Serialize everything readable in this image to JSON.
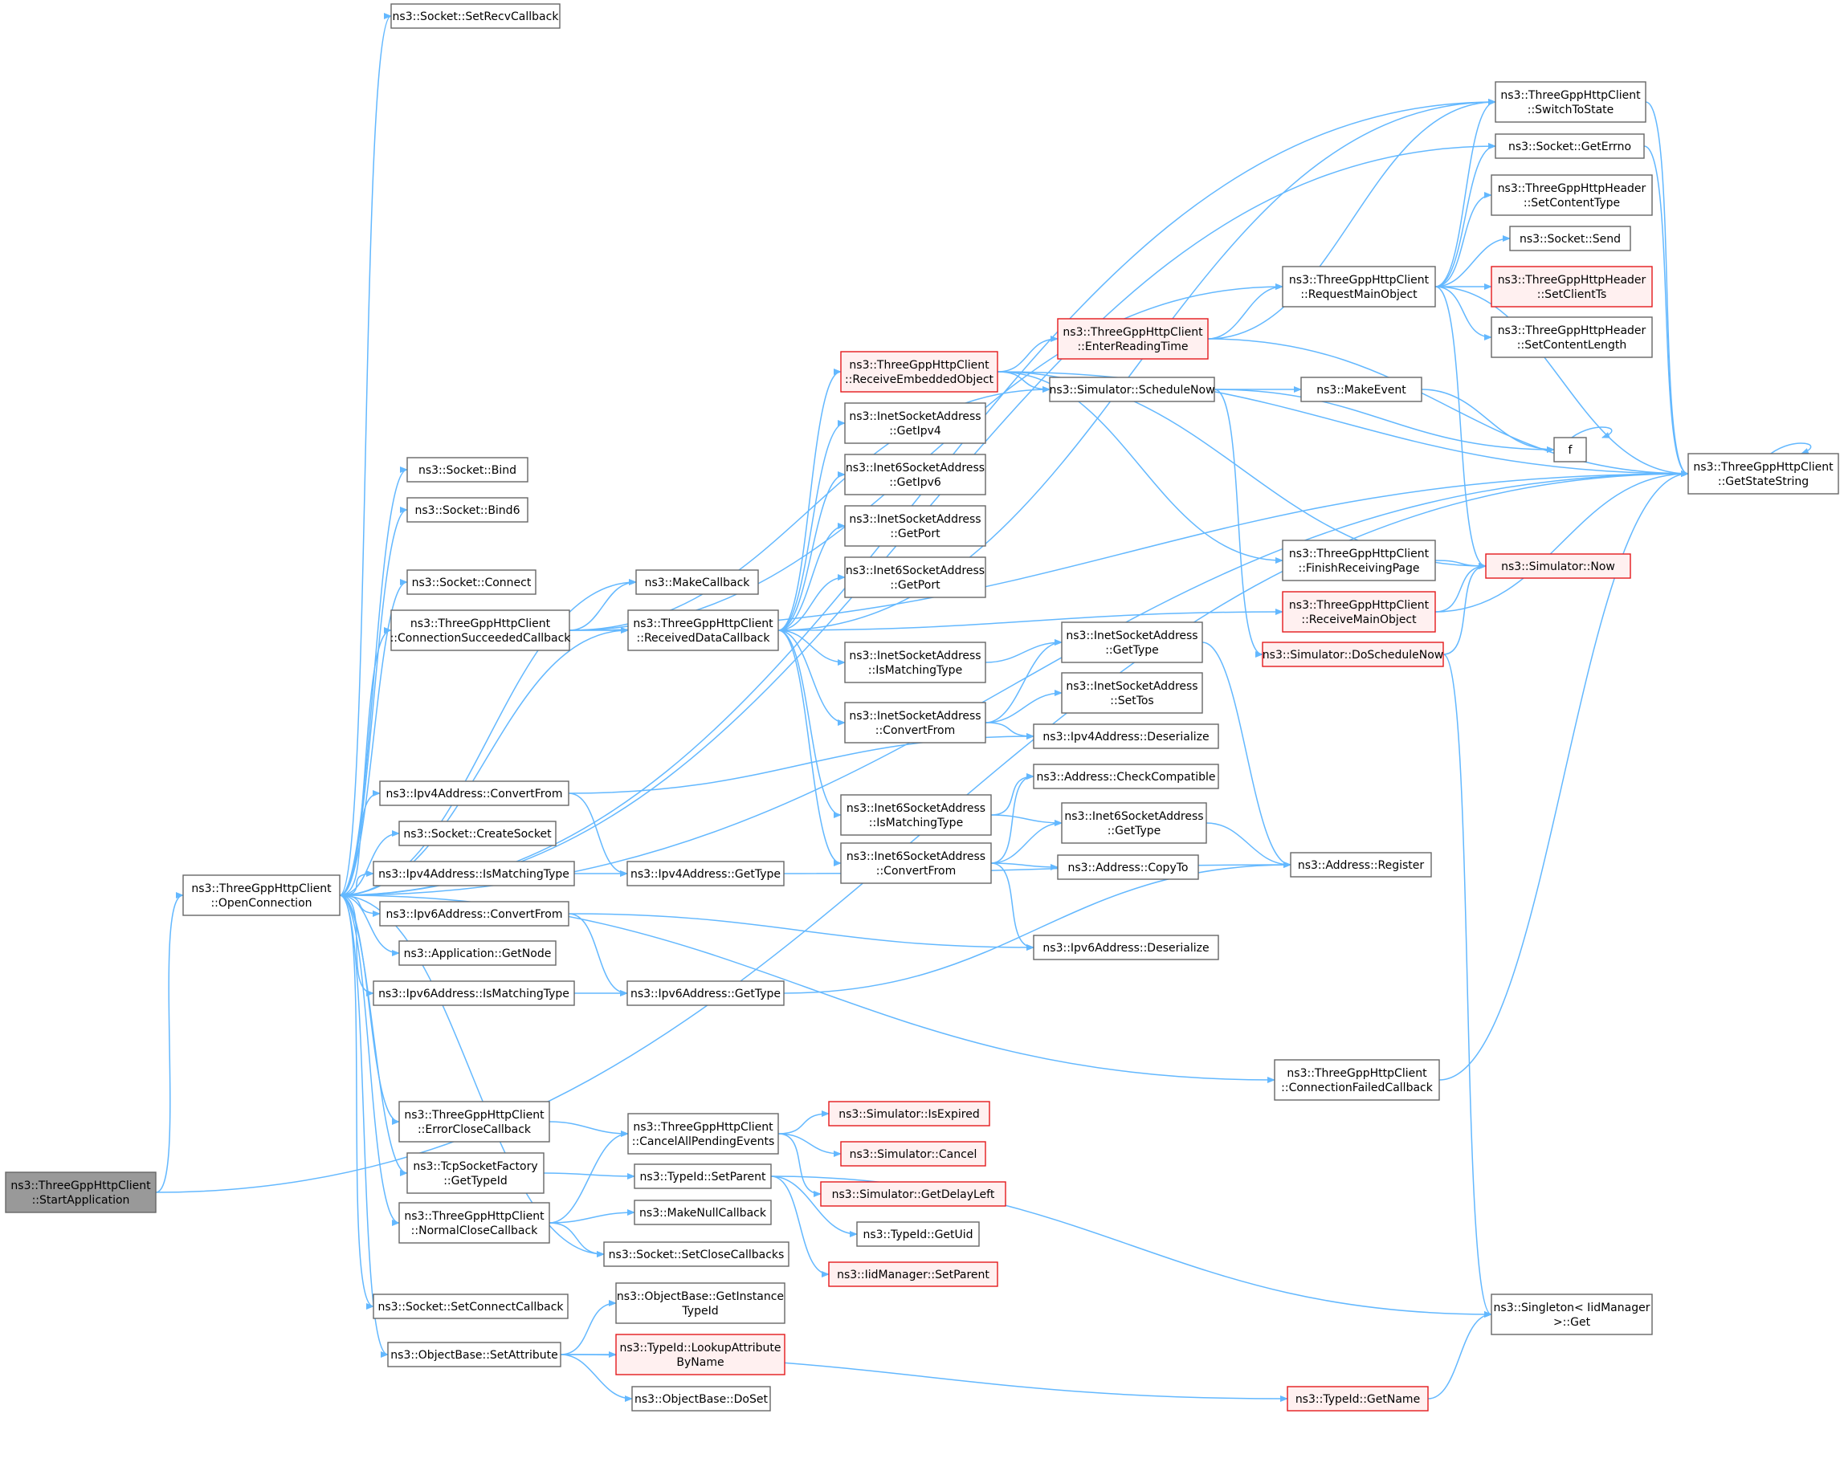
{
  "nodes": [
    {
      "id": "root",
      "lines": [
        "ns3::ThreeGppHttpClient",
        "::StartApplication"
      ],
      "style": "root"
    },
    {
      "id": "open",
      "lines": [
        "ns3::ThreeGppHttpClient",
        "::OpenConnection"
      ]
    },
    {
      "id": "setRecvCb",
      "lines": [
        "ns3::Socket::SetRecvCallback"
      ]
    },
    {
      "id": "bind",
      "lines": [
        "ns3::Socket::Bind"
      ]
    },
    {
      "id": "bind6",
      "lines": [
        "ns3::Socket::Bind6"
      ]
    },
    {
      "id": "connect",
      "lines": [
        "ns3::Socket::Connect"
      ]
    },
    {
      "id": "connSucc",
      "lines": [
        "ns3::ThreeGppHttpClient",
        "::ConnectionSucceededCallback"
      ]
    },
    {
      "id": "makeCb",
      "lines": [
        "ns3::MakeCallback"
      ]
    },
    {
      "id": "recvData",
      "lines": [
        "ns3::ThreeGppHttpClient",
        "::ReceivedDataCallback"
      ]
    },
    {
      "id": "ipv4Conv",
      "lines": [
        "ns3::Ipv4Address::ConvertFrom"
      ]
    },
    {
      "id": "createSock",
      "lines": [
        "ns3::Socket::CreateSocket"
      ]
    },
    {
      "id": "ipv4Match",
      "lines": [
        "ns3::Ipv4Address::IsMatchingType"
      ]
    },
    {
      "id": "ipv6Conv",
      "lines": [
        "ns3::Ipv6Address::ConvertFrom"
      ]
    },
    {
      "id": "getNode",
      "lines": [
        "ns3::Application::GetNode"
      ]
    },
    {
      "id": "ipv6Match",
      "lines": [
        "ns3::Ipv6Address::IsMatchingType"
      ]
    },
    {
      "id": "errClose",
      "lines": [
        "ns3::ThreeGppHttpClient",
        "::ErrorCloseCallback"
      ]
    },
    {
      "id": "tcpGetType",
      "lines": [
        "ns3::TcpSocketFactory",
        "::GetTypeId"
      ]
    },
    {
      "id": "normClose",
      "lines": [
        "ns3::ThreeGppHttpClient",
        "::NormalCloseCallback"
      ]
    },
    {
      "id": "setConnCb",
      "lines": [
        "ns3::Socket::SetConnectCallback"
      ]
    },
    {
      "id": "setAttr",
      "lines": [
        "ns3::ObjectBase::SetAttribute"
      ]
    },
    {
      "id": "ipv4GetType",
      "lines": [
        "ns3::Ipv4Address::GetType"
      ]
    },
    {
      "id": "ipv6GetType",
      "lines": [
        "ns3::Ipv6Address::GetType"
      ]
    },
    {
      "id": "cancelAll",
      "lines": [
        "ns3::ThreeGppHttpClient",
        "::CancelAllPendingEvents"
      ]
    },
    {
      "id": "setParent",
      "lines": [
        "ns3::TypeId::SetParent"
      ]
    },
    {
      "id": "makeNullCb",
      "lines": [
        "ns3::MakeNullCallback"
      ]
    },
    {
      "id": "setCloseCb",
      "lines": [
        "ns3::Socket::SetCloseCallbacks"
      ]
    },
    {
      "id": "getInstTid",
      "lines": [
        "ns3::ObjectBase::GetInstance",
        "TypeId"
      ]
    },
    {
      "id": "lookupAttr",
      "lines": [
        "ns3::TypeId::LookupAttribute",
        "ByName"
      ],
      "style": "red"
    },
    {
      "id": "doSet",
      "lines": [
        "ns3::ObjectBase::DoSet"
      ]
    },
    {
      "id": "recvEmb",
      "lines": [
        "ns3::ThreeGppHttpClient",
        "::ReceiveEmbeddedObject"
      ],
      "style": "red"
    },
    {
      "id": "inetGetIpv4",
      "lines": [
        "ns3::InetSocketAddress",
        "::GetIpv4"
      ]
    },
    {
      "id": "inet6GetIpv6",
      "lines": [
        "ns3::Inet6SocketAddress",
        "::GetIpv6"
      ]
    },
    {
      "id": "inetGetPort",
      "lines": [
        "ns3::InetSocketAddress",
        "::GetPort"
      ]
    },
    {
      "id": "inet6GetPort",
      "lines": [
        "ns3::Inet6SocketAddress",
        "::GetPort"
      ]
    },
    {
      "id": "inetMatch",
      "lines": [
        "ns3::InetSocketAddress",
        "::IsMatchingType"
      ]
    },
    {
      "id": "inetConv",
      "lines": [
        "ns3::InetSocketAddress",
        "::ConvertFrom"
      ]
    },
    {
      "id": "inet6Match",
      "lines": [
        "ns3::Inet6SocketAddress",
        "::IsMatchingType"
      ]
    },
    {
      "id": "inet6Conv",
      "lines": [
        "ns3::Inet6SocketAddress",
        "::ConvertFrom"
      ]
    },
    {
      "id": "enterRead",
      "lines": [
        "ns3::ThreeGppHttpClient",
        "::EnterReadingTime"
      ],
      "style": "red"
    },
    {
      "id": "schedNow",
      "lines": [
        "ns3::Simulator::ScheduleNow"
      ]
    },
    {
      "id": "finishRecv",
      "lines": [
        "ns3::ThreeGppHttpClient",
        "::FinishReceivingPage"
      ]
    },
    {
      "id": "recvMain",
      "lines": [
        "ns3::ThreeGppHttpClient",
        "::ReceiveMainObject"
      ],
      "style": "red"
    },
    {
      "id": "doSched",
      "lines": [
        "ns3::Simulator::DoScheduleNow"
      ],
      "style": "red"
    },
    {
      "id": "inetGetType",
      "lines": [
        "ns3::InetSocketAddress",
        "::GetType"
      ]
    },
    {
      "id": "inetSetTos",
      "lines": [
        "ns3::InetSocketAddress",
        "::SetTos"
      ]
    },
    {
      "id": "ipv4Deser",
      "lines": [
        "ns3::Ipv4Address::Deserialize"
      ]
    },
    {
      "id": "addrCheck",
      "lines": [
        "ns3::Address::CheckCompatible"
      ]
    },
    {
      "id": "inet6GetType",
      "lines": [
        "ns3::Inet6SocketAddress",
        "::GetType"
      ]
    },
    {
      "id": "addrCopyTo",
      "lines": [
        "ns3::Address::CopyTo"
      ]
    },
    {
      "id": "ipv6Deser",
      "lines": [
        "ns3::Ipv6Address::Deserialize"
      ]
    },
    {
      "id": "simExpired",
      "lines": [
        "ns3::Simulator::IsExpired"
      ],
      "style": "red"
    },
    {
      "id": "simCancel",
      "lines": [
        "ns3::Simulator::Cancel"
      ],
      "style": "red"
    },
    {
      "id": "simDelay",
      "lines": [
        "ns3::Simulator::GetDelayLeft"
      ],
      "style": "red"
    },
    {
      "id": "getUid",
      "lines": [
        "ns3::TypeId::GetUid"
      ]
    },
    {
      "id": "iidSetParent",
      "lines": [
        "ns3::IidManager::SetParent"
      ],
      "style": "red"
    },
    {
      "id": "connFailed",
      "lines": [
        "ns3::ThreeGppHttpClient",
        "::ConnectionFailedCallback"
      ]
    },
    {
      "id": "getName",
      "lines": [
        "ns3::TypeId::GetName"
      ],
      "style": "red"
    },
    {
      "id": "singleton",
      "lines": [
        "ns3::Singleton< IidManager",
        ">::Get"
      ]
    },
    {
      "id": "reqMain",
      "lines": [
        "ns3::ThreeGppHttpClient",
        "::RequestMainObject"
      ]
    },
    {
      "id": "makeEvent",
      "lines": [
        "ns3::MakeEvent"
      ]
    },
    {
      "id": "f",
      "lines": [
        "f"
      ]
    },
    {
      "id": "simNow",
      "lines": [
        "ns3::Simulator::Now"
      ],
      "style": "red"
    },
    {
      "id": "addrRegister",
      "lines": [
        "ns3::Address::Register"
      ]
    },
    {
      "id": "switchState",
      "lines": [
        "ns3::ThreeGppHttpClient",
        "::SwitchToState"
      ]
    },
    {
      "id": "getErrno",
      "lines": [
        "ns3::Socket::GetErrno"
      ]
    },
    {
      "id": "hdrSetCType",
      "lines": [
        "ns3::ThreeGppHttpHeader",
        "::SetContentType"
      ]
    },
    {
      "id": "sockSend",
      "lines": [
        "ns3::Socket::Send"
      ]
    },
    {
      "id": "hdrSetClientTs",
      "lines": [
        "ns3::ThreeGppHttpHeader",
        "::SetClientTs"
      ],
      "style": "red"
    },
    {
      "id": "hdrSetCLen",
      "lines": [
        "ns3::ThreeGppHttpHeader",
        "::SetContentLength"
      ]
    },
    {
      "id": "getStateStr",
      "lines": [
        "ns3::ThreeGppHttpClient",
        "::GetStateString"
      ]
    }
  ],
  "edges": [
    [
      "root",
      "open"
    ],
    [
      "root",
      "getStateStr"
    ],
    [
      "open",
      "setRecvCb"
    ],
    [
      "open",
      "switchState"
    ],
    [
      "open",
      "getErrno"
    ],
    [
      "open",
      "getStateStr"
    ],
    [
      "open",
      "bind"
    ],
    [
      "open",
      "bind6"
    ],
    [
      "open",
      "connect"
    ],
    [
      "open",
      "connSucc"
    ],
    [
      "open",
      "makeCb"
    ],
    [
      "open",
      "recvData"
    ],
    [
      "open",
      "ipv4Conv"
    ],
    [
      "open",
      "createSock"
    ],
    [
      "open",
      "ipv4Match"
    ],
    [
      "open",
      "ipv6Conv"
    ],
    [
      "open",
      "getNode"
    ],
    [
      "open",
      "ipv6Match"
    ],
    [
      "open",
      "connFailed"
    ],
    [
      "open",
      "errClose"
    ],
    [
      "open",
      "tcpGetType"
    ],
    [
      "open",
      "normClose"
    ],
    [
      "open",
      "setCloseCb"
    ],
    [
      "open",
      "setConnCb"
    ],
    [
      "open",
      "setAttr"
    ],
    [
      "connSucc",
      "makeCb"
    ],
    [
      "connSucc",
      "recvData"
    ],
    [
      "connSucc",
      "reqMain"
    ],
    [
      "connSucc",
      "schedNow"
    ],
    [
      "connSucc",
      "getStateStr"
    ],
    [
      "recvData",
      "recvEmb"
    ],
    [
      "recvData",
      "inetGetIpv4"
    ],
    [
      "recvData",
      "inet6GetIpv6"
    ],
    [
      "recvData",
      "inetGetPort"
    ],
    [
      "recvData",
      "inet6GetPort"
    ],
    [
      "recvData",
      "inetMatch"
    ],
    [
      "recvData",
      "inetConv"
    ],
    [
      "recvData",
      "inet6Match"
    ],
    [
      "recvData",
      "inet6Conv"
    ],
    [
      "recvData",
      "recvMain"
    ],
    [
      "recvData",
      "switchState"
    ],
    [
      "ipv4Conv",
      "ipv4Deser"
    ],
    [
      "ipv4Conv",
      "ipv4GetType"
    ],
    [
      "ipv4Match",
      "ipv4GetType"
    ],
    [
      "ipv6Conv",
      "ipv6Deser"
    ],
    [
      "ipv6Conv",
      "ipv6GetType"
    ],
    [
      "ipv6Match",
      "ipv6GetType"
    ],
    [
      "ipv4GetType",
      "addrRegister"
    ],
    [
      "ipv6GetType",
      "addrRegister"
    ],
    [
      "errClose",
      "cancelAll"
    ],
    [
      "tcpGetType",
      "setParent"
    ],
    [
      "normClose",
      "cancelAll"
    ],
    [
      "normClose",
      "makeNullCb"
    ],
    [
      "normClose",
      "setCloseCb"
    ],
    [
      "setAttr",
      "getInstTid"
    ],
    [
      "setAttr",
      "lookupAttr"
    ],
    [
      "setAttr",
      "doSet"
    ],
    [
      "setAttr",
      "getName"
    ],
    [
      "cancelAll",
      "simExpired"
    ],
    [
      "cancelAll",
      "simCancel"
    ],
    [
      "cancelAll",
      "simDelay"
    ],
    [
      "setParent",
      "getUid"
    ],
    [
      "setParent",
      "iidSetParent"
    ],
    [
      "setParent",
      "singleton"
    ],
    [
      "recvEmb",
      "enterRead"
    ],
    [
      "recvEmb",
      "schedNow"
    ],
    [
      "recvEmb",
      "getStateStr"
    ],
    [
      "recvEmb",
      "simNow"
    ],
    [
      "recvEmb",
      "finishRecv"
    ],
    [
      "enterRead",
      "reqMain"
    ],
    [
      "enterRead",
      "switchState"
    ],
    [
      "enterRead",
      "getStateStr"
    ],
    [
      "schedNow",
      "makeEvent"
    ],
    [
      "schedNow",
      "f"
    ],
    [
      "schedNow",
      "doSched"
    ],
    [
      "makeEvent",
      "f"
    ],
    [
      "f",
      "f"
    ],
    [
      "finishRecv",
      "simNow"
    ],
    [
      "recvMain",
      "simNow"
    ],
    [
      "recvMain",
      "getStateStr"
    ],
    [
      "doSched",
      "simNow"
    ],
    [
      "doSched",
      "singleton"
    ],
    [
      "inetMatch",
      "inetGetType"
    ],
    [
      "inetConv",
      "inetGetType"
    ],
    [
      "inetConv",
      "inetSetTos"
    ],
    [
      "inetConv",
      "ipv4Deser"
    ],
    [
      "inet6Match",
      "addrCheck"
    ],
    [
      "inet6Match",
      "inet6GetType"
    ],
    [
      "inet6Conv",
      "addrCheck"
    ],
    [
      "inet6Conv",
      "inet6GetType"
    ],
    [
      "inet6Conv",
      "addrCopyTo"
    ],
    [
      "inet6Conv",
      "ipv6Deser"
    ],
    [
      "inetGetType",
      "addrRegister"
    ],
    [
      "inet6GetType",
      "addrRegister"
    ],
    [
      "connFailed",
      "getStateStr"
    ],
    [
      "getName",
      "singleton"
    ],
    [
      "reqMain",
      "switchState"
    ],
    [
      "reqMain",
      "getErrno"
    ],
    [
      "reqMain",
      "hdrSetCType"
    ],
    [
      "reqMain",
      "sockSend"
    ],
    [
      "reqMain",
      "hdrSetClientTs"
    ],
    [
      "reqMain",
      "hdrSetCLen"
    ],
    [
      "reqMain",
      "getStateStr"
    ],
    [
      "reqMain",
      "simNow"
    ],
    [
      "switchState",
      "getStateStr"
    ],
    [
      "getErrno",
      "getStateStr"
    ],
    [
      "getStateStr",
      "getStateStr"
    ]
  ]
}
